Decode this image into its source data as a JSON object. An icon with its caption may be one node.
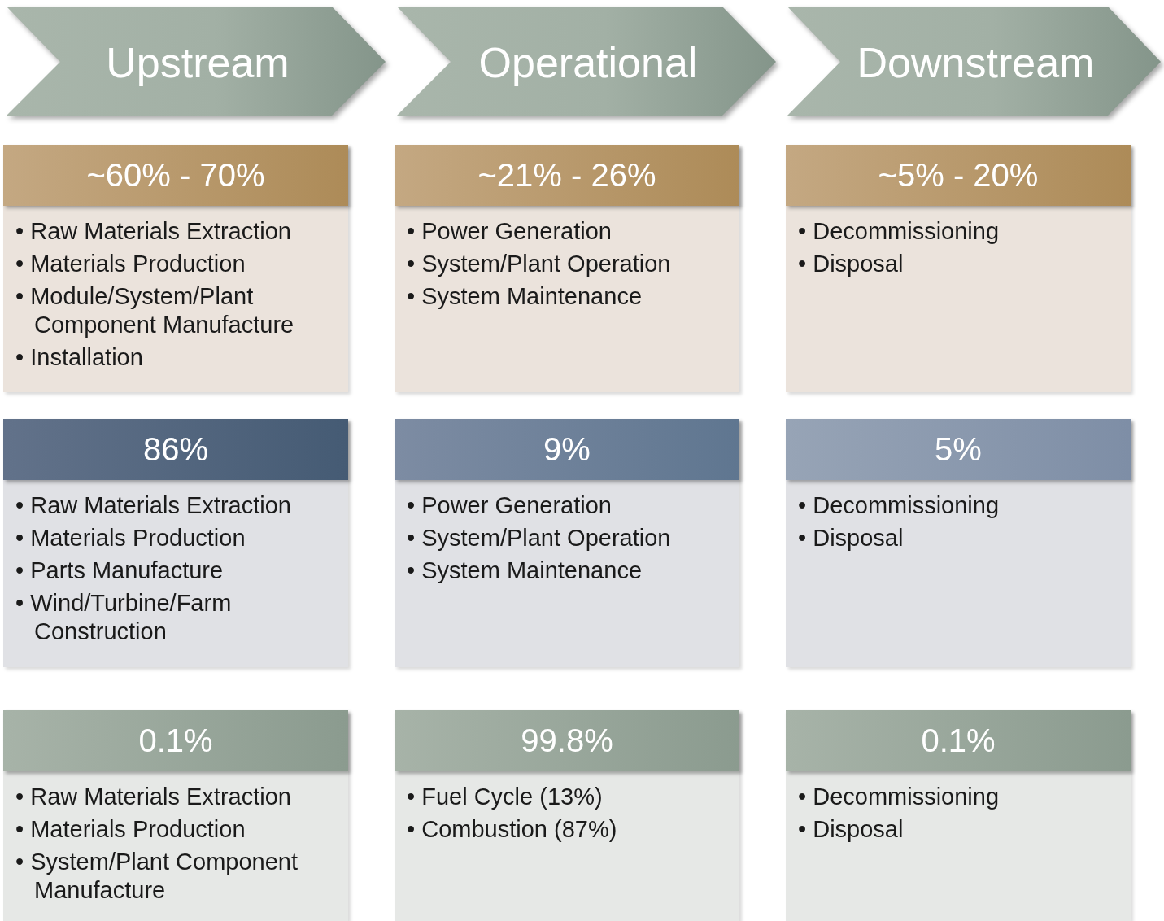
{
  "diagram": {
    "nodes": [
      {
        "text": [
          "Upstream"
        ]
      },
      {
        "text": [
          "Operational"
        ]
      },
      {
        "text": [
          "Downstream"
        ]
      },
      {
        "text": [
          "~60% - 70%",
          "• Raw Materials Extraction",
          "• Materials Production",
          "• Module/System/Plant Component Manufacture",
          "• Installation"
        ]
      },
      {
        "text": [
          "~21% - 26%",
          "• Power Generation",
          "• System/Plant Operation",
          "• System Maintenance"
        ]
      },
      {
        "text": [
          "~5% - 20%",
          "• Decommissioning",
          "• Disposal"
        ]
      },
      {
        "text": [
          "86%",
          "• Raw Materials Extraction",
          "• Materials Production",
          "• Parts Manufacture",
          "• Wind/Turbine/Farm Construction"
        ]
      },
      {
        "text": [
          "9%",
          "• Power Generation",
          "• System/Plant Operation",
          "• System Maintenance"
        ]
      },
      {
        "text": [
          "5%",
          "• Decommissioning",
          "• Disposal"
        ]
      },
      {
        "text": [
          "0.1%",
          "• Raw Materials Extraction",
          "• Materials Production",
          "• System/Plant Component Manufacture"
        ]
      },
      {
        "text": [
          "99.8%",
          "• Fuel Cycle (13%)",
          "• Combustion (87%)"
        ]
      },
      {
        "text": [
          "0.1%",
          "• Decommissioning",
          "• Disposal"
        ]
      }
    ],
    "edges": []
  }
}
